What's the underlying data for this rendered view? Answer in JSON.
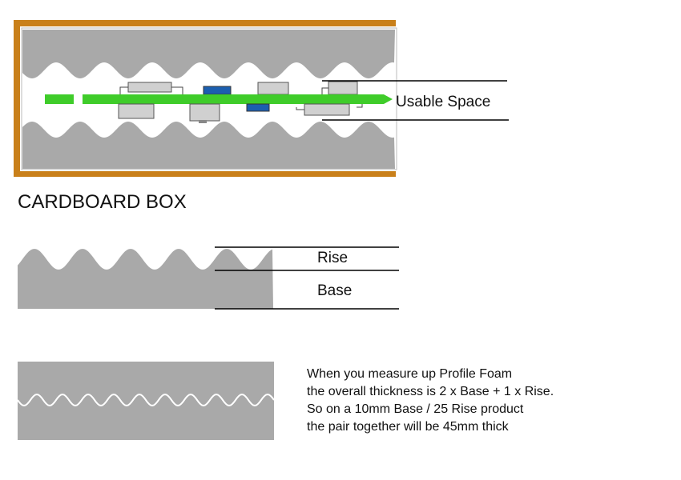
{
  "box": {
    "title": "CARDBOARD BOX",
    "usable_space_label": "Usable Space"
  },
  "profile": {
    "rise_label": "Rise",
    "base_label": "Base"
  },
  "note": {
    "lines": [
      "When you measure up Profile Foam",
      "the overall thickness is 2 x Base + 1 x  Rise.",
      "So on a 10mm Base / 25 Rise product",
      "the pair together will be 45mm thick"
    ]
  },
  "colors": {
    "cardboard": "#c9801a",
    "foam": "#a9a9a9",
    "pcb": "#3fcc2a",
    "component": "#d0d0d0",
    "component_blue": "#1c5fb0",
    "line": "#000000"
  }
}
